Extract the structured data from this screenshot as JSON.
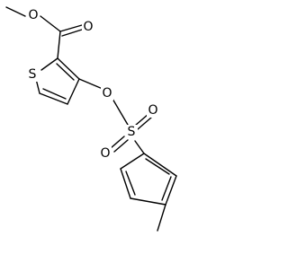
{
  "molecule": {
    "atoms": {
      "o_carbonyl": "O",
      "o_ester": "O",
      "s_ring": "S",
      "o_link": "O",
      "s_sulfonyl": "S",
      "o_sulfonyl_a": "O",
      "o_sulfonyl_b": "O"
    }
  },
  "colors": {
    "ink": "#000000",
    "background": "#ffffff"
  }
}
